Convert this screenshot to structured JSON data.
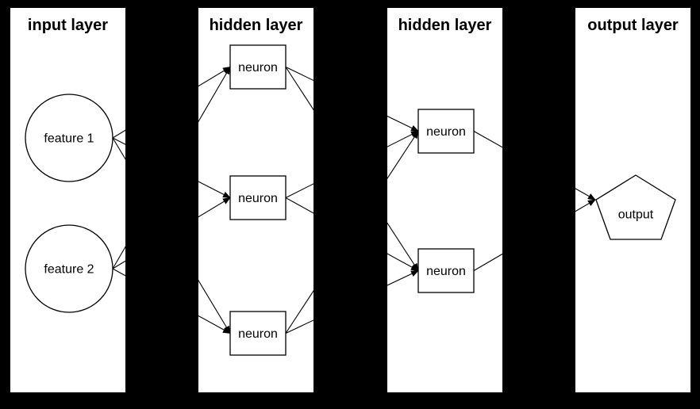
{
  "diagram": {
    "type": "neural-network",
    "colors": {
      "background": "#000000",
      "panel": "#ffffff",
      "stroke": "#000000",
      "text": "#000000"
    },
    "panels": [
      {
        "title": "input layer"
      },
      {
        "title": "hidden layer"
      },
      {
        "title": "hidden layer"
      },
      {
        "title": "output layer"
      }
    ],
    "nodes": [
      {
        "id": "feature1",
        "label": "feature 1",
        "shape": "circle",
        "layer": 0
      },
      {
        "id": "feature2",
        "label": "feature 2",
        "shape": "circle",
        "layer": 0
      },
      {
        "id": "h1n1",
        "label": "neuron",
        "shape": "rect",
        "layer": 1
      },
      {
        "id": "h1n2",
        "label": "neuron",
        "shape": "rect",
        "layer": 1
      },
      {
        "id": "h1n3",
        "label": "neuron",
        "shape": "rect",
        "layer": 1
      },
      {
        "id": "h2n1",
        "label": "neuron",
        "shape": "rect",
        "layer": 2
      },
      {
        "id": "h2n2",
        "label": "neuron",
        "shape": "rect",
        "layer": 2
      },
      {
        "id": "out",
        "label": "output",
        "shape": "pentagon",
        "layer": 3
      }
    ],
    "edges": [
      {
        "from": "feature1",
        "to": "h1n1"
      },
      {
        "from": "feature1",
        "to": "h1n2"
      },
      {
        "from": "feature1",
        "to": "h1n3"
      },
      {
        "from": "feature2",
        "to": "h1n1"
      },
      {
        "from": "feature2",
        "to": "h1n2"
      },
      {
        "from": "feature2",
        "to": "h1n3"
      },
      {
        "from": "h1n1",
        "to": "h2n1"
      },
      {
        "from": "h1n1",
        "to": "h2n2"
      },
      {
        "from": "h1n2",
        "to": "h2n1"
      },
      {
        "from": "h1n2",
        "to": "h2n2"
      },
      {
        "from": "h1n3",
        "to": "h2n1"
      },
      {
        "from": "h1n3",
        "to": "h2n2"
      },
      {
        "from": "h2n1",
        "to": "out"
      },
      {
        "from": "h2n2",
        "to": "out"
      }
    ]
  }
}
